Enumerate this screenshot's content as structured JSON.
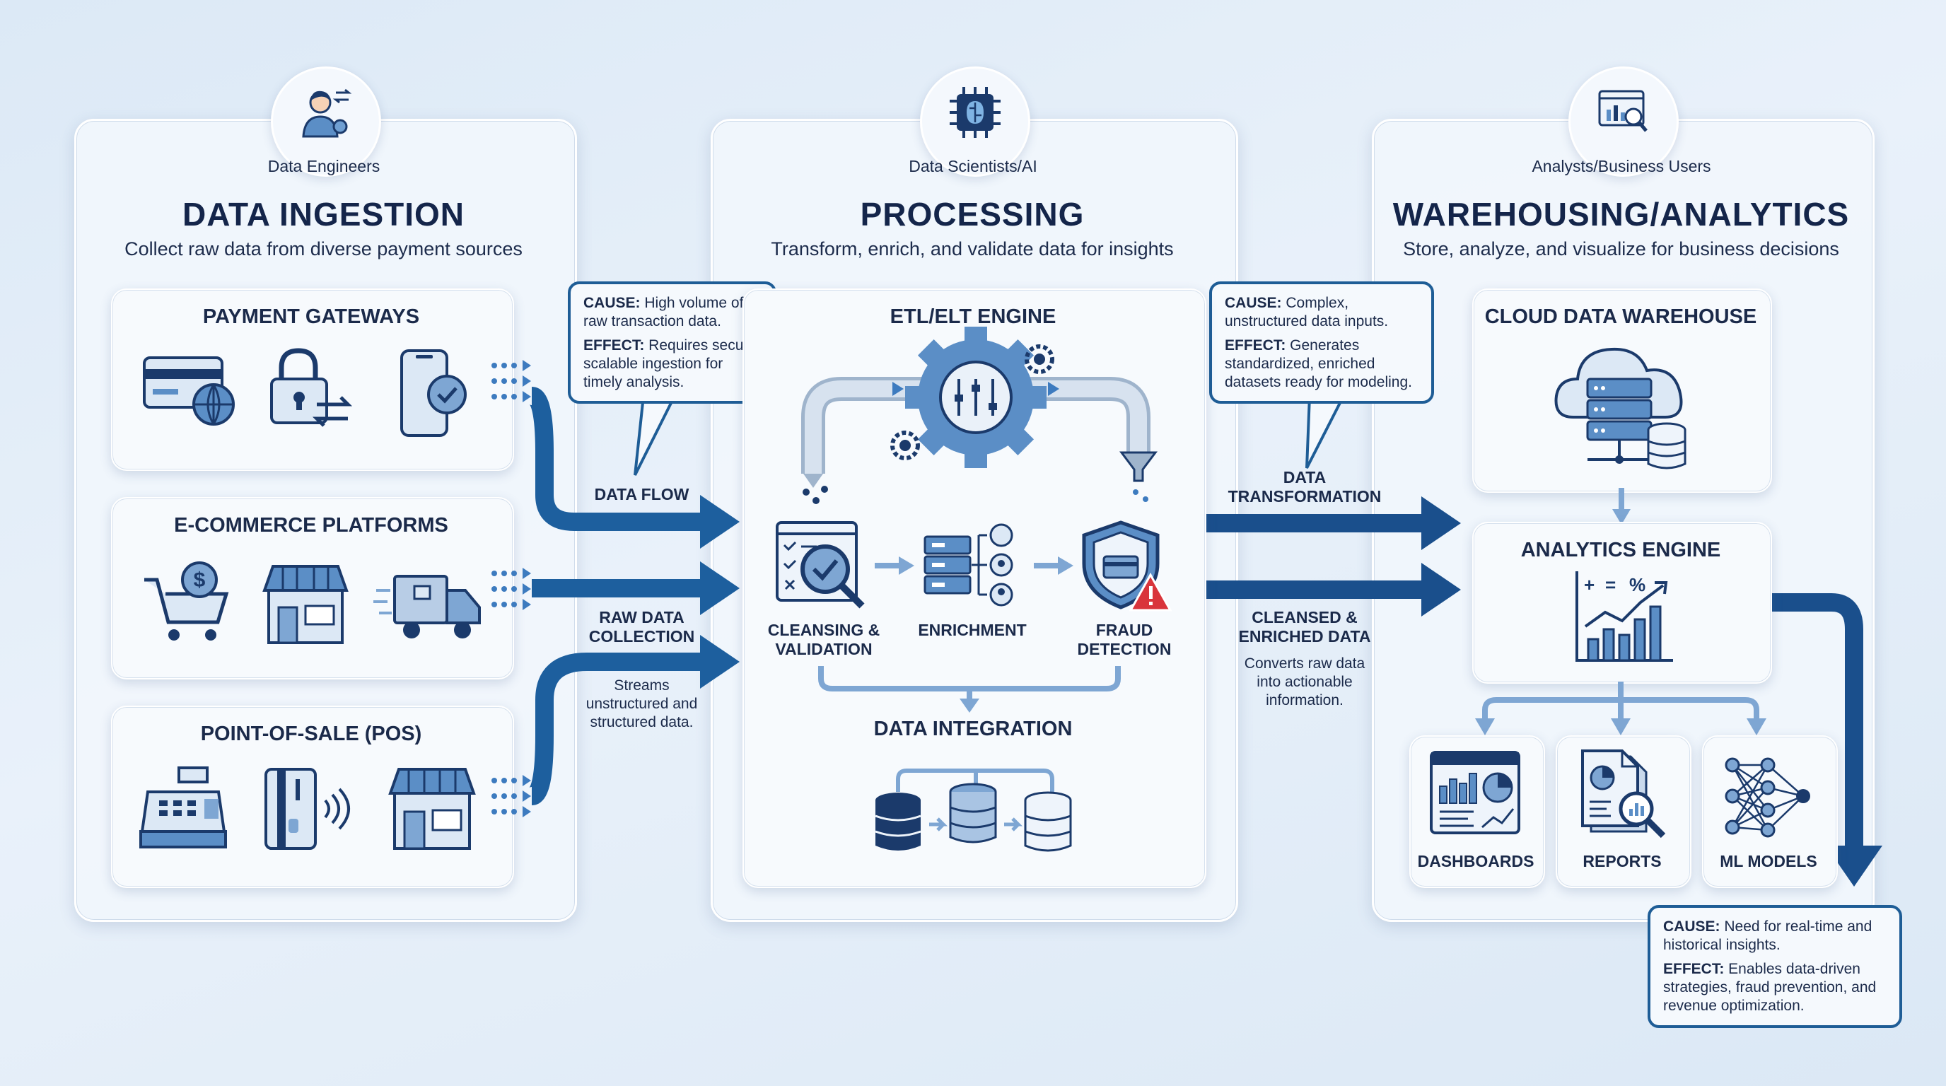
{
  "stages": [
    {
      "role": "Data Engineers",
      "title": "DATA INGESTION",
      "subtitle": "Collect raw data from diverse payment sources"
    },
    {
      "role": "Data Scientists/AI",
      "title": "PROCESSING",
      "subtitle": "Transform, enrich, and validate data for insights"
    },
    {
      "role": "Analysts/Business Users",
      "title": "WAREHOUSING/ANALYTICS",
      "subtitle": "Store, analyze, and visualize for business decisions"
    }
  ],
  "sources": [
    {
      "title": "PAYMENT GATEWAYS",
      "icons": [
        "credit-card-globe-icon",
        "lock-exchange-icon",
        "mobile-check-icon"
      ]
    },
    {
      "title": "E-COMMERCE PLATFORMS",
      "icons": [
        "shopping-cart-dollar-icon",
        "storefront-icon",
        "delivery-truck-icon"
      ]
    },
    {
      "title": "POINT-OF-SALE (POS)",
      "icons": [
        "cash-register-icon",
        "contactless-card-icon",
        "shop-icon"
      ]
    }
  ],
  "callouts": {
    "ingestion": {
      "cause_label": "CAUSE:",
      "cause": "High volume of raw transaction data.",
      "effect_label": "EFFECT:",
      "effect": "Requires secure, scalable ingestion for timely analysis."
    },
    "processing": {
      "cause_label": "CAUSE:",
      "cause": "Complex, unstructured data inputs.",
      "effect_label": "EFFECT:",
      "effect": "Generates standardized, enriched datasets ready for modeling."
    },
    "analytics": {
      "cause_label": "CAUSE:",
      "cause": "Need for real-time and historical insights.",
      "effect_label": "EFFECT:",
      "effect": "Enables data-driven strategies, fraud prevention, and revenue optimization."
    }
  },
  "flows": {
    "data_flow": "DATA FLOW",
    "raw_data_collection": "RAW DATA COLLECTION",
    "raw_note": "Streams unstructured and structured data.",
    "data_transformation": "DATA TRANSFORMATION",
    "cleansed": "CLEANSED & ENRICHED DATA",
    "cleansed_note": "Converts raw data into actionable information."
  },
  "processing": {
    "engine_title": "ETL/ELT ENGINE",
    "steps": [
      "CLEANSING & VALIDATION",
      "ENRICHMENT",
      "FRAUD DETECTION"
    ],
    "integration_title": "DATA INTEGRATION"
  },
  "analytics": {
    "warehouse_title": "CLOUD DATA WAREHOUSE",
    "engine_title": "ANALYTICS ENGINE",
    "outputs": [
      "DASHBOARDS",
      "REPORTS",
      "ML MODELS"
    ]
  },
  "colors": {
    "navy": "#1b3a6b",
    "accent": "#1e5d96",
    "light_accent": "#7ea6d3",
    "alert": "#d9343b"
  }
}
